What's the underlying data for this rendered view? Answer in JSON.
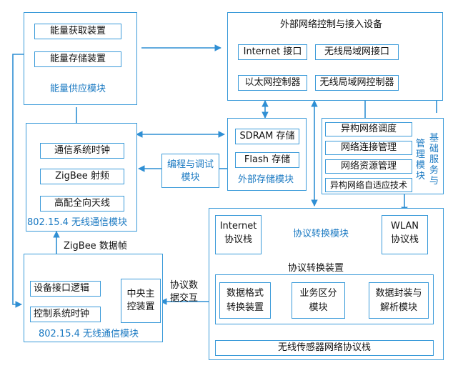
{
  "energy": {
    "module_label": "能量供应模块",
    "harvest": "能量获取装置",
    "storage": "能量存储装置"
  },
  "network_control": {
    "title": "外部网络控制与接入设备",
    "internet_port": "Internet 接口",
    "wlan_port": "无线局域网接口",
    "ethernet_ctrl": "以太网控制器",
    "wlan_ctrl": "无线局域网控制器"
  },
  "wireless_module_top": {
    "clock": "通信系统时钟",
    "rf": "ZigBee 射频",
    "antenna": "高配全向天线",
    "label": "802.15.4 无线通信模块"
  },
  "programming": {
    "label_line1": "编程与调试",
    "label_line2": "模块"
  },
  "external_storage": {
    "sdram": "SDRAM 存储",
    "flash": "Flash 存储",
    "label": "外部存储模块"
  },
  "basic_service": {
    "items": [
      "异构网络调度",
      "网络连接管理",
      "网络资源管理",
      "异构网络自适应技术"
    ],
    "label_col1": [
      "管",
      "理",
      "模",
      "块"
    ],
    "label_col2": [
      "基",
      "础",
      "服",
      "务",
      "与"
    ]
  },
  "zigbee_frame": "ZigBee 数据帧",
  "wireless_module_bottom": {
    "device_logic": "设备接口逻辑",
    "control_clock": "控制系统时钟",
    "central_line1": "中央主",
    "central_line2": "控装置",
    "label": "802.15.4 无线通信模块"
  },
  "exchange": {
    "line1": "协议数",
    "line2": "据交互"
  },
  "protocol": {
    "module_label": "协议转换模块",
    "internet_stack_line1": "Internet",
    "internet_stack_line2": "协议栈",
    "wlan_stack_line1": "WLAN",
    "wlan_stack_line2": "协议栈",
    "device_label": "协议转换装置",
    "format_line1": "数据格式",
    "format_line2": "转换装置",
    "business_line1": "业务区分",
    "business_line2": "模块",
    "encap_line1": "数据封装与",
    "encap_line2": "解析模块",
    "sensor_stack": "无线传感器网络协议栈"
  },
  "colors": {
    "border": "#3a9ad9",
    "arrow": "#2f8fd4",
    "label": "#1a79c2"
  }
}
